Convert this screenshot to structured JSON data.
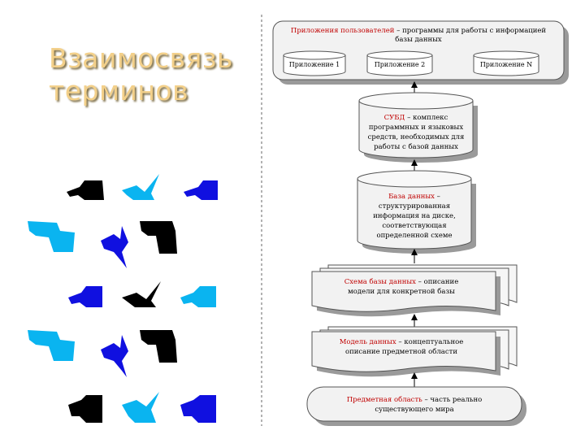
{
  "title": {
    "line1": "Взаимосвязь",
    "line2": "терминов"
  },
  "colors": {
    "title_gold": "#f3d08a",
    "term_red": "#c00000",
    "box_fill": "#f2f2f2",
    "shape_blue": "#1010e0",
    "shape_cyan": "#0ab4f0",
    "shape_black": "#000000"
  },
  "apps": {
    "term": "Приложения пользователей",
    "desc1": " – программы для работы с информацией",
    "desc2": "базы данных",
    "items": [
      "Приложение 1",
      "Приложение 2",
      "Приложение N"
    ]
  },
  "dbms": {
    "term": "СУБД",
    "desc1": " – комплекс",
    "desc2": "программных и языковых",
    "desc3": "средств, необходимых для",
    "desc4": "работы с базой данных"
  },
  "database": {
    "term": "База данных",
    "desc1": " –",
    "desc2": "структурированная",
    "desc3": "информация на диске,",
    "desc4": "соответствующая",
    "desc5": "определенной схеме"
  },
  "schema": {
    "term": "Схема базы данных",
    "desc1": " – описание",
    "desc2": "модели для конкретной базы"
  },
  "model": {
    "term": "Модель данных",
    "desc1": " – концептуальное",
    "desc2": "описание предметной области"
  },
  "domain_area": {
    "term": "Предметная область",
    "desc1": " – часть реально",
    "desc2": "существующего мира"
  }
}
